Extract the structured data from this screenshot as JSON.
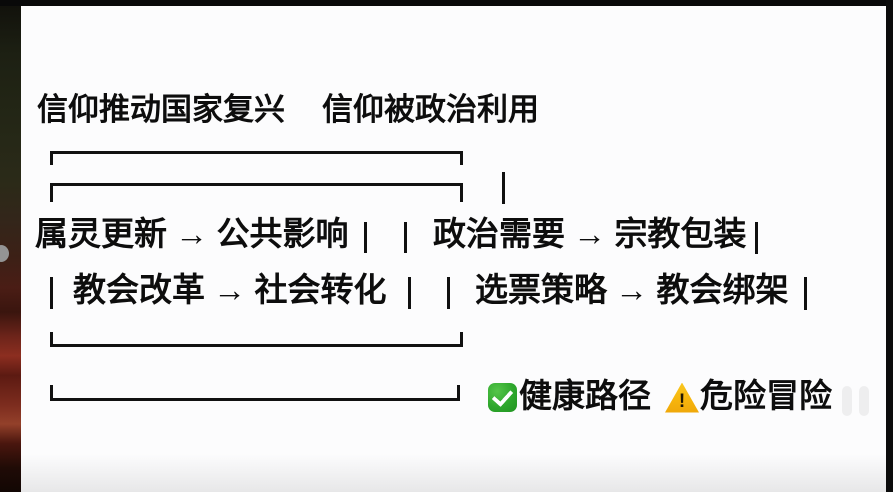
{
  "title": {
    "left": "信仰推动国家复兴",
    "right": "信仰被政治利用"
  },
  "diagram": {
    "healthy_path": {
      "row1": "属灵更新 → 公共影响",
      "row2": "教会改革 → 社会转化"
    },
    "risky_path": {
      "row1": "政治需要 → 宗教包装",
      "row2": "选票策略 → 教会绑架"
    }
  },
  "legend": {
    "healthy": {
      "icon": "white-check-mark-emoji",
      "icon_color": "#2ea72c",
      "label": "健康路径"
    },
    "danger": {
      "icon": "warning-sign-emoji",
      "icon_color": "#f6b40c",
      "label": "危险冒险"
    }
  },
  "colors": {
    "slide_background": "#fcfcfd",
    "text": "#0d0d0d",
    "frame_edge": "#0c0c0c"
  }
}
